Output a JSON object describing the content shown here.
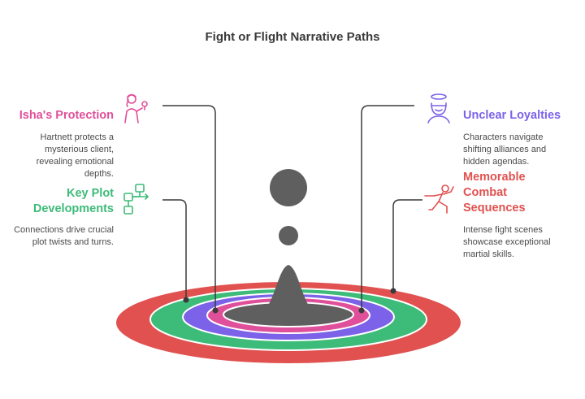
{
  "title": "Fight or Flight Narrative Paths",
  "colors": {
    "pink": "#e0509a",
    "green": "#3dbb78",
    "purple": "#7b62e8",
    "red": "#e0514f",
    "center": "#5f5f5f",
    "leader": "#3a3a3a"
  },
  "items": [
    {
      "heading": "Isha's Protection",
      "description": "Hartnett protects a mysterious client, revealing emotional depths.",
      "icon": "woman-with-flower-icon",
      "color": "#e0509a"
    },
    {
      "heading": "Key Plot Developments",
      "description": "Connections drive crucial plot twists and turns.",
      "icon": "flowchart-icon",
      "color": "#3dbb78"
    },
    {
      "heading": "Unclear Loyalties",
      "description": "Characters navigate shifting alliances and hidden agendas.",
      "icon": "person-with-halo-icon",
      "color": "#7b62e8"
    },
    {
      "heading": "Memorable Combat Sequences",
      "description": "Intense fight scenes showcase exceptional martial skills.",
      "icon": "fencer-icon",
      "color": "#e0514f"
    }
  ]
}
